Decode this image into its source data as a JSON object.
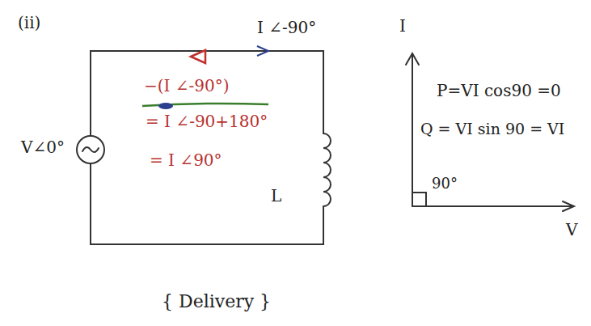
{
  "diagram": {
    "labels": [
      "(ii)",
      "I ∠-90°",
      "−(I ∠-90°)",
      "= I ∠-90+180°",
      "= I ∠90°",
      "L",
      "V∠0°",
      "I",
      "P=VI cos90 =0",
      "Q = VI sin 90 = VI",
      "90°",
      "V",
      "{ Delivery }"
    ]
  }
}
